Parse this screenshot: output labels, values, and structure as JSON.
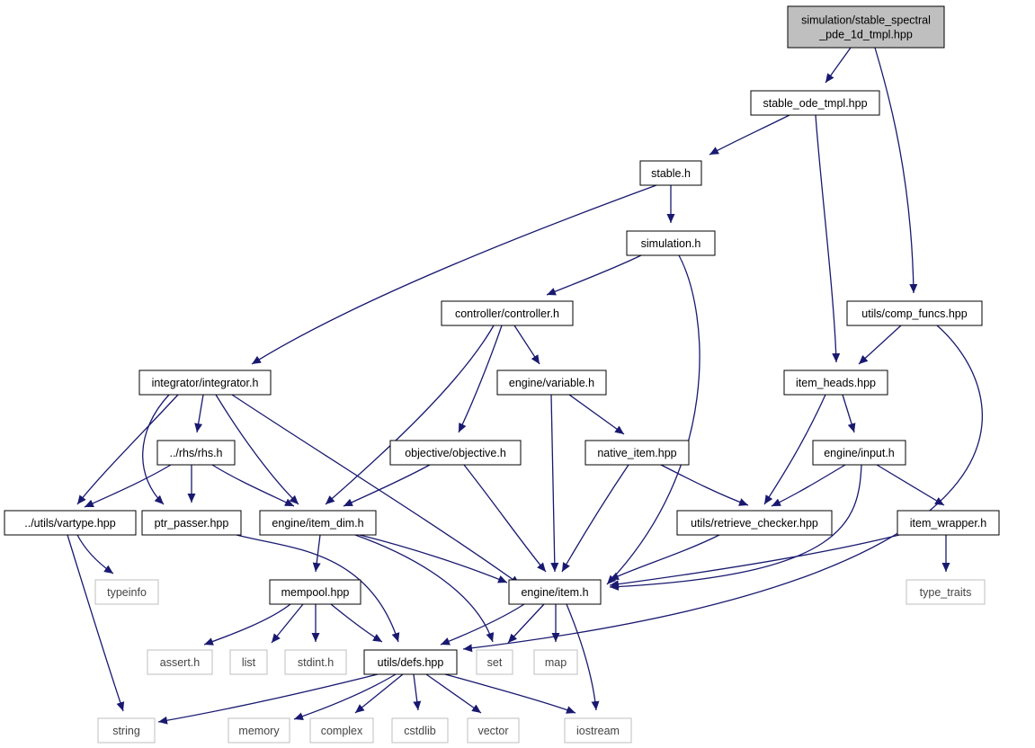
{
  "diagram": {
    "type": "include-dependency-graph",
    "colors": {
      "edge": "#191970",
      "node_border": "#000000",
      "external_border": "#bfbfbf",
      "root_fill": "#bfbfbf",
      "node_fill": "#ffffff"
    },
    "nodes": [
      {
        "id": "root",
        "lines": [
          "simulation/stable_spectral",
          "_pde_1d_tmpl.hpp"
        ],
        "kind": "root"
      },
      {
        "id": "stable_ode",
        "lines": [
          "stable_ode_tmpl.hpp"
        ],
        "kind": "file"
      },
      {
        "id": "stable_h",
        "lines": [
          "stable.h"
        ],
        "kind": "file"
      },
      {
        "id": "simulation_h",
        "lines": [
          "simulation.h"
        ],
        "kind": "file"
      },
      {
        "id": "comp_funcs",
        "lines": [
          "utils/comp_funcs.hpp"
        ],
        "kind": "file"
      },
      {
        "id": "controller",
        "lines": [
          "controller/controller.h"
        ],
        "kind": "file"
      },
      {
        "id": "integrator",
        "lines": [
          "integrator/integrator.h"
        ],
        "kind": "file"
      },
      {
        "id": "variable",
        "lines": [
          "engine/variable.h"
        ],
        "kind": "file"
      },
      {
        "id": "item_heads",
        "lines": [
          "item_heads.hpp"
        ],
        "kind": "file"
      },
      {
        "id": "rhs",
        "lines": [
          "../rhs/rhs.h"
        ],
        "kind": "file"
      },
      {
        "id": "objective",
        "lines": [
          "objective/objective.h"
        ],
        "kind": "file"
      },
      {
        "id": "native_item",
        "lines": [
          "native_item.hpp"
        ],
        "kind": "file"
      },
      {
        "id": "input",
        "lines": [
          "engine/input.h"
        ],
        "kind": "file"
      },
      {
        "id": "vartype",
        "lines": [
          "../utils/vartype.hpp"
        ],
        "kind": "file"
      },
      {
        "id": "ptr_passer",
        "lines": [
          "ptr_passer.hpp"
        ],
        "kind": "file"
      },
      {
        "id": "item_dim",
        "lines": [
          "engine/item_dim.h"
        ],
        "kind": "file"
      },
      {
        "id": "retrieve",
        "lines": [
          "utils/retrieve_checker.hpp"
        ],
        "kind": "file"
      },
      {
        "id": "item_wrapper",
        "lines": [
          "item_wrapper.h"
        ],
        "kind": "file"
      },
      {
        "id": "typeinfo",
        "lines": [
          "typeinfo"
        ],
        "kind": "external"
      },
      {
        "id": "mempool",
        "lines": [
          "mempool.hpp"
        ],
        "kind": "file"
      },
      {
        "id": "item_h",
        "lines": [
          "engine/item.h"
        ],
        "kind": "file"
      },
      {
        "id": "type_traits",
        "lines": [
          "type_traits"
        ],
        "kind": "external"
      },
      {
        "id": "assert",
        "lines": [
          "assert.h"
        ],
        "kind": "external"
      },
      {
        "id": "list",
        "lines": [
          "list"
        ],
        "kind": "external"
      },
      {
        "id": "stdint",
        "lines": [
          "stdint.h"
        ],
        "kind": "external"
      },
      {
        "id": "defs",
        "lines": [
          "utils/defs.hpp"
        ],
        "kind": "file"
      },
      {
        "id": "set",
        "lines": [
          "set"
        ],
        "kind": "external"
      },
      {
        "id": "map",
        "lines": [
          "map"
        ],
        "kind": "external"
      },
      {
        "id": "string",
        "lines": [
          "string"
        ],
        "kind": "external"
      },
      {
        "id": "memory",
        "lines": [
          "memory"
        ],
        "kind": "external"
      },
      {
        "id": "complex",
        "lines": [
          "complex"
        ],
        "kind": "external"
      },
      {
        "id": "cstdlib",
        "lines": [
          "cstdlib"
        ],
        "kind": "external"
      },
      {
        "id": "vector",
        "lines": [
          "vector"
        ],
        "kind": "external"
      },
      {
        "id": "iostream",
        "lines": [
          "iostream"
        ],
        "kind": "external"
      }
    ],
    "edges": [
      {
        "from": "root",
        "to": "stable_ode"
      },
      {
        "from": "root",
        "to": "comp_funcs"
      },
      {
        "from": "stable_ode",
        "to": "stable_h"
      },
      {
        "from": "stable_ode",
        "to": "item_heads"
      },
      {
        "from": "stable_h",
        "to": "simulation_h"
      },
      {
        "from": "stable_h",
        "to": "integrator"
      },
      {
        "from": "simulation_h",
        "to": "controller"
      },
      {
        "from": "simulation_h",
        "to": "item_h"
      },
      {
        "from": "comp_funcs",
        "to": "item_heads"
      },
      {
        "from": "comp_funcs",
        "to": "defs"
      },
      {
        "from": "controller",
        "to": "variable"
      },
      {
        "from": "controller",
        "to": "objective"
      },
      {
        "from": "controller",
        "to": "item_dim"
      },
      {
        "from": "integrator",
        "to": "rhs"
      },
      {
        "from": "integrator",
        "to": "vartype"
      },
      {
        "from": "integrator",
        "to": "ptr_passer"
      },
      {
        "from": "integrator",
        "to": "item_dim"
      },
      {
        "from": "integrator",
        "to": "item_h"
      },
      {
        "from": "variable",
        "to": "native_item"
      },
      {
        "from": "variable",
        "to": "item_h"
      },
      {
        "from": "item_heads",
        "to": "input"
      },
      {
        "from": "item_heads",
        "to": "retrieve"
      },
      {
        "from": "rhs",
        "to": "vartype"
      },
      {
        "from": "rhs",
        "to": "ptr_passer"
      },
      {
        "from": "rhs",
        "to": "item_dim"
      },
      {
        "from": "objective",
        "to": "item_dim"
      },
      {
        "from": "objective",
        "to": "item_h"
      },
      {
        "from": "native_item",
        "to": "retrieve"
      },
      {
        "from": "native_item",
        "to": "item_h"
      },
      {
        "from": "input",
        "to": "retrieve"
      },
      {
        "from": "input",
        "to": "item_wrapper"
      },
      {
        "from": "input",
        "to": "item_h"
      },
      {
        "from": "vartype",
        "to": "typeinfo"
      },
      {
        "from": "vartype",
        "to": "string"
      },
      {
        "from": "ptr_passer",
        "to": "defs"
      },
      {
        "from": "item_dim",
        "to": "mempool"
      },
      {
        "from": "item_dim",
        "to": "item_h"
      },
      {
        "from": "item_dim",
        "to": "set"
      },
      {
        "from": "retrieve",
        "to": "item_h"
      },
      {
        "from": "item_wrapper",
        "to": "item_h"
      },
      {
        "from": "item_wrapper",
        "to": "type_traits"
      },
      {
        "from": "mempool",
        "to": "assert"
      },
      {
        "from": "mempool",
        "to": "list"
      },
      {
        "from": "mempool",
        "to": "stdint"
      },
      {
        "from": "mempool",
        "to": "defs"
      },
      {
        "from": "item_h",
        "to": "defs"
      },
      {
        "from": "item_h",
        "to": "set"
      },
      {
        "from": "item_h",
        "to": "map"
      },
      {
        "from": "item_h",
        "to": "iostream"
      },
      {
        "from": "defs",
        "to": "string"
      },
      {
        "from": "defs",
        "to": "memory"
      },
      {
        "from": "defs",
        "to": "complex"
      },
      {
        "from": "defs",
        "to": "cstdlib"
      },
      {
        "from": "defs",
        "to": "vector"
      },
      {
        "from": "defs",
        "to": "iostream"
      }
    ]
  }
}
